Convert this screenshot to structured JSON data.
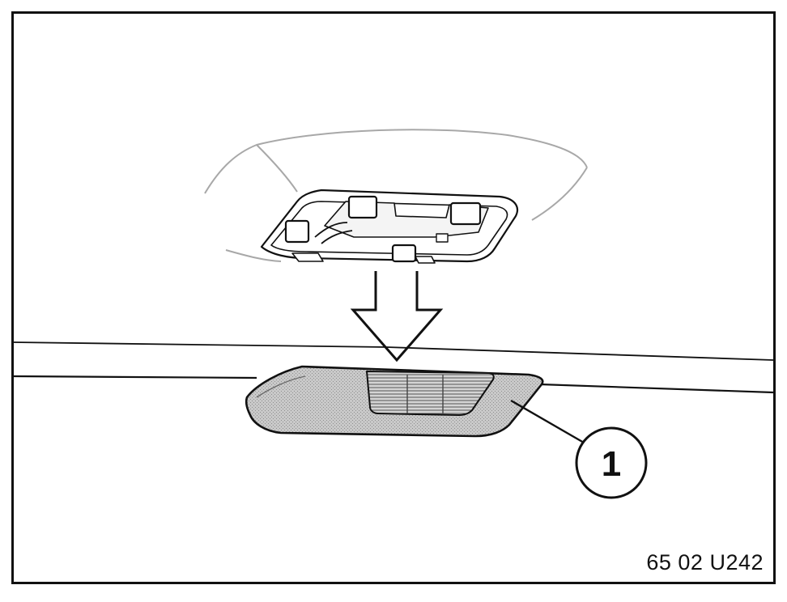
{
  "figure": {
    "callout_label": "1",
    "figure_code": "65 02 U242"
  },
  "colors": {
    "line": "#111111",
    "light_line": "#9a9a9a",
    "panel_fill": "#c8c8c8",
    "background": "#ffffff"
  },
  "parts": [
    {
      "id": "roof-console-mount",
      "role": "bracket on headliner"
    },
    {
      "id": "interior-light-unit",
      "role": "component marked by callout"
    }
  ],
  "direction_arrow": "down"
}
